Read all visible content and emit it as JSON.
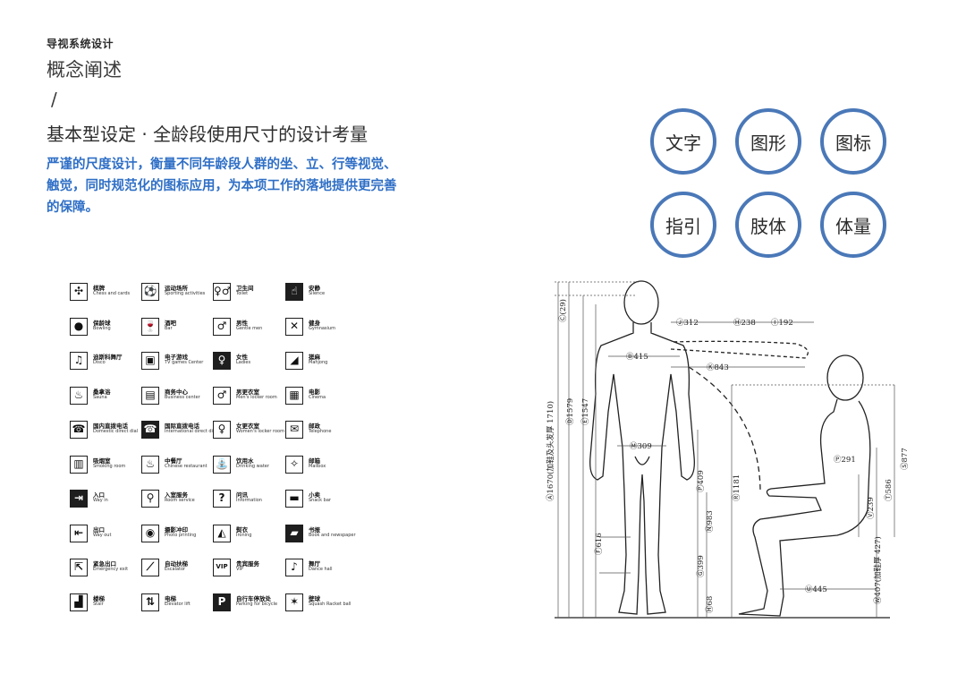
{
  "header": {
    "kicker": "导视系统设计",
    "title": "概念阐述",
    "slash": "/",
    "subtitle": "基本型设定 · 全龄段使用尺寸的设计考量",
    "description": "严谨的尺度设计，衡量不同年龄段人群的坐、立、行等视觉、触觉，同时规范化的图标应用，为本项工作的落地提供更完善的保障。"
  },
  "colors": {
    "accent": "#2f6fc6",
    "circle_border": "#4a78b8"
  },
  "circles": [
    "文字",
    "图形",
    "图标",
    "指引",
    "肢体",
    "体量"
  ],
  "icons": [
    {
      "zh": "棋牌",
      "en": "Chess and cards",
      "glyph": "✣",
      "icon": "chess-icon"
    },
    {
      "zh": "运动场所",
      "en": "Sporting activities",
      "glyph": "⚽",
      "icon": "sports-icon"
    },
    {
      "zh": "卫生间",
      "en": "Toilet",
      "glyph": "♀♂",
      "icon": "toilet-icon"
    },
    {
      "zh": "安静",
      "en": "Silence",
      "glyph": "☝",
      "icon": "silence-icon"
    },
    {
      "zh": "保龄球",
      "en": "Bowling",
      "glyph": "●",
      "icon": "bowling-icon"
    },
    {
      "zh": "酒吧",
      "en": "Bar",
      "glyph": "🍷",
      "icon": "bar-icon"
    },
    {
      "zh": "男性",
      "en": "Gentle men",
      "glyph": "♂",
      "icon": "men-icon"
    },
    {
      "zh": "健身",
      "en": "Gymnasium",
      "glyph": "✕",
      "icon": "gym-icon"
    },
    {
      "zh": "迪斯科舞厅",
      "en": "Disco",
      "glyph": "♫",
      "icon": "disco-icon"
    },
    {
      "zh": "电子游戏",
      "en": "TV games Center",
      "glyph": "▣",
      "icon": "games-icon"
    },
    {
      "zh": "女性",
      "en": "Ladies",
      "glyph": "♀",
      "icon": "ladies-icon"
    },
    {
      "zh": "搓麻",
      "en": "Mahjong",
      "glyph": "◢",
      "icon": "mahjong-icon"
    },
    {
      "zh": "桑拿浴",
      "en": "Sauna",
      "glyph": "♨",
      "icon": "sauna-icon"
    },
    {
      "zh": "商务中心",
      "en": "Business center",
      "glyph": "▤",
      "icon": "business-icon"
    },
    {
      "zh": "男更衣室",
      "en": "Men's locker room",
      "glyph": "♂",
      "icon": "men-locker-icon"
    },
    {
      "zh": "电影",
      "en": "Cinema",
      "glyph": "▦",
      "icon": "cinema-icon"
    },
    {
      "zh": "国内直拨电话",
      "en": "Domestic direct dial",
      "glyph": "☎",
      "icon": "domestic-phone-icon"
    },
    {
      "zh": "国际直拨电话",
      "en": "International direct dial",
      "glyph": "☎",
      "icon": "intl-phone-icon"
    },
    {
      "zh": "女更衣室",
      "en": "Women's locker room",
      "glyph": "♀",
      "icon": "women-locker-icon"
    },
    {
      "zh": "邮政",
      "en": "Telephone",
      "glyph": "✉",
      "icon": "mail-icon"
    },
    {
      "zh": "吸烟室",
      "en": "Smoking room",
      "glyph": "▥",
      "icon": "smoking-icon"
    },
    {
      "zh": "中餐厅",
      "en": "Chinese restaurant",
      "glyph": "♨",
      "icon": "restaurant-icon"
    },
    {
      "zh": "饮用水",
      "en": "Drinking water",
      "glyph": "⛲",
      "icon": "water-icon"
    },
    {
      "zh": "邮箱",
      "en": "Mailbox",
      "glyph": "✧",
      "icon": "mailbox-icon"
    },
    {
      "zh": "入口",
      "en": "Way in",
      "glyph": "⇥",
      "icon": "entrance-icon"
    },
    {
      "zh": "入室服务",
      "en": "Room service",
      "glyph": "⚲",
      "icon": "room-service-icon"
    },
    {
      "zh": "问讯",
      "en": "Information",
      "glyph": "?",
      "icon": "info-icon"
    },
    {
      "zh": "小卖",
      "en": "Snack bar",
      "glyph": "▬",
      "icon": "snack-icon"
    },
    {
      "zh": "出口",
      "en": "Way out",
      "glyph": "⇤",
      "icon": "exit-icon"
    },
    {
      "zh": "摄影冲印",
      "en": "Photo printing",
      "glyph": "◉",
      "icon": "photo-icon"
    },
    {
      "zh": "熨衣",
      "en": "Ironing",
      "glyph": "◭",
      "icon": "ironing-icon"
    },
    {
      "zh": "书报",
      "en": "Book and newspaper",
      "glyph": "▰",
      "icon": "books-icon"
    },
    {
      "zh": "紧急出口",
      "en": "Emergency exit",
      "glyph": "⇱",
      "icon": "emergency-icon"
    },
    {
      "zh": "自动扶梯",
      "en": "Escalator",
      "glyph": "⟋",
      "icon": "escalator-icon"
    },
    {
      "zh": "贵宾服务",
      "en": "VIP",
      "glyph": "VIP",
      "icon": "vip-icon"
    },
    {
      "zh": "舞厅",
      "en": "Dance hall",
      "glyph": "♪",
      "icon": "dance-icon"
    },
    {
      "zh": "楼梯",
      "en": "Stair",
      "glyph": "▟",
      "icon": "stair-icon"
    },
    {
      "zh": "电梯",
      "en": "Elevator lift",
      "glyph": "⇅",
      "icon": "elevator-icon"
    },
    {
      "zh": "自行车停放处",
      "en": "Parking for bicycle",
      "glyph": "P",
      "icon": "bike-parking-icon"
    },
    {
      "zh": "壁球",
      "en": "Squash Racket ball",
      "glyph": "✶",
      "icon": "squash-icon"
    }
  ],
  "diagram": {
    "standing": {
      "total_height": "Ⓐ1670(加鞋及头发厚 1710)",
      "head": "Ⓒ(29)",
      "eye": "Ⓓ1579",
      "shoulder_h": "Ⓔ1547",
      "crotch": "Ⓕ616",
      "knee": "Ⓖ399",
      "ankle": "Ⓗ68",
      "arm1": "Ⓙ312",
      "arm2": "Ⓗ238",
      "arm3": "Ⓘ192",
      "shoulder": "Ⓑ415",
      "reach": "Ⓚ843",
      "hip": "Ⓜ309",
      "hand": "Ⓟ409",
      "wrist": "Ⓝ983",
      "reach_h": "Ⓡ1181"
    },
    "seated": {
      "seated_height": "Ⓢ877",
      "eye_seated": "Ⓣ586",
      "chest": "Ⓟ291",
      "elbow": "Ⓥ239",
      "seat_height": "Ⓦ407(加鞋厚 427)",
      "seat_depth": "Ⓤ445"
    }
  }
}
